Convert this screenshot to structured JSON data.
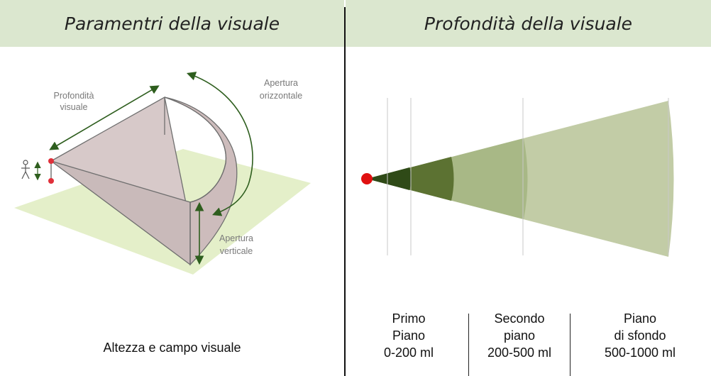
{
  "headers": {
    "left": "Paramentri della visuale",
    "right": "Profondità della visuale"
  },
  "left_diagram": {
    "labels": {
      "depth_line1": "Profondità",
      "depth_line2": "visuale",
      "horizontal_line1": "Apertura",
      "horizontal_line2": "orizzontale",
      "vertical_line1": "Apertura",
      "vertical_line2": "verticale"
    },
    "caption": "Altezza e campo visuale",
    "colors": {
      "ground": "#e4efc9",
      "cone": "#d7c9c9",
      "arrow": "#2e5e1e",
      "eye": "#e0303a"
    }
  },
  "right_diagram": {
    "colors": {
      "eye": "#e01010",
      "near": "#2f4a17",
      "first": "#5c7232",
      "second": "#a8b886",
      "background": "#c2cca6"
    },
    "planes": [
      {
        "line1": "Primo",
        "line2": "Piano",
        "line3": "0-200 ml"
      },
      {
        "line1": "Secondo",
        "line2": "piano",
        "line3": "200-500 ml"
      },
      {
        "line1": "Piano",
        "line2": "di sfondo",
        "line3": "500-1000 ml"
      }
    ]
  }
}
